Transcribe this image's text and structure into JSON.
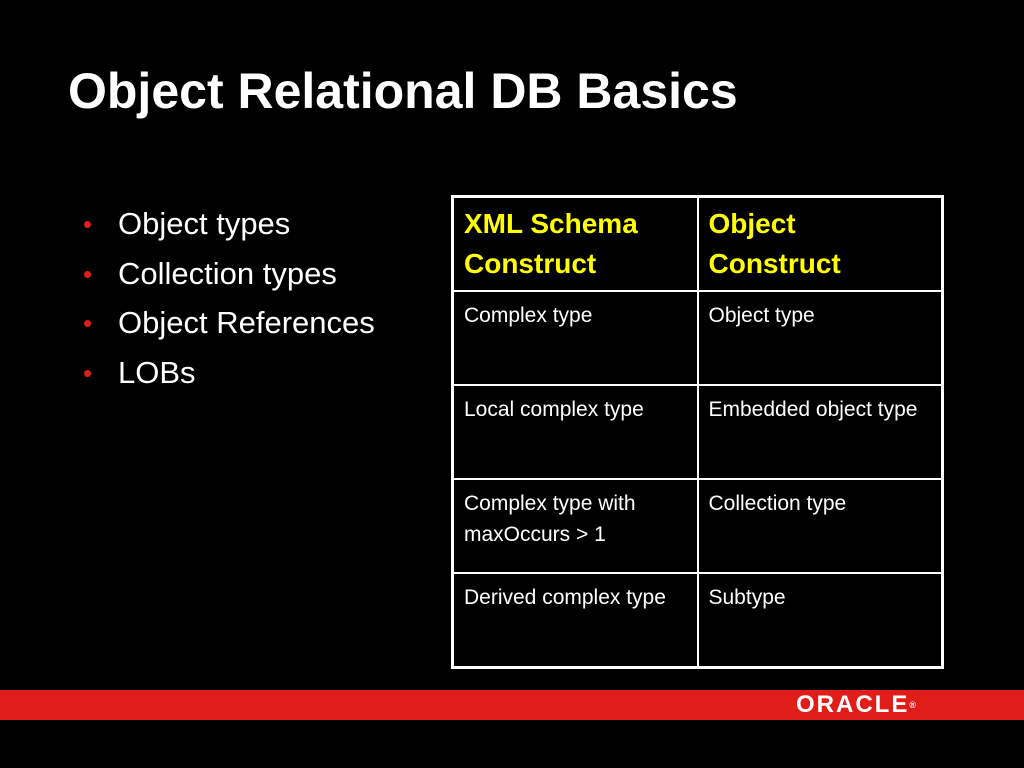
{
  "slide": {
    "title": "Object Relational DB Basics",
    "bullets": [
      "Object types",
      "Collection types",
      "Object References",
      "LOBs"
    ],
    "table": {
      "headers": [
        "XML Schema Construct",
        "Object Construct"
      ],
      "rows": [
        [
          "Complex type",
          "Object type"
        ],
        [
          "Local complex type",
          "Embedded object type"
        ],
        [
          "Complex type with maxOccurs > 1",
          "Collection type"
        ],
        [
          "Derived complex type",
          "Subtype"
        ]
      ]
    },
    "footer": {
      "logo_text": "ORACLE",
      "logo_mark": "®"
    }
  },
  "colors": {
    "background": "#000000",
    "text": "#ffffff",
    "header_text": "#ffff00",
    "accent_red": "#e01d18"
  }
}
